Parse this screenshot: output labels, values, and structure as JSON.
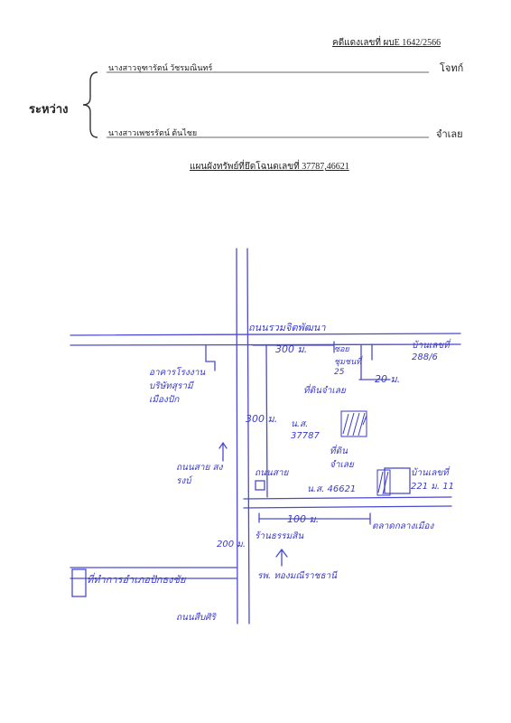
{
  "header": {
    "case_number": "คดีแดงเลขที่ ผบE 1642/2566",
    "plaintiff_name": "นางสาวจุฑารัตน์ วัชรมณินทร์",
    "plaintiff_role": "โจทก์",
    "between_label": "ระหว่าง",
    "defendant_name": "นางสาวเพชรรัตน์ ต้นไชย",
    "defendant_role": "จำเลย"
  },
  "map": {
    "title": "แผนผังทรัพย์ที่ยึดโฉนดเลขที่ 37787,46621",
    "labels": {
      "road_top": "ถนนรวมจิตพัฒนา",
      "dist_300_top": "300 ม.",
      "soi_25": "ซอย ชุมชนที่ 25",
      "house_288": "บ้านเลขที่ 288/6",
      "land_office": "อาคารโรงงาน บริษัทสุรามี เมืองปัก",
      "dist_20": "20 ม.",
      "plot_1_owner": "ที่ดินจำเลย",
      "plot_1_deed": "น.ส. 37787",
      "dist_300_left": "300 ม.",
      "road_left": "ถนนสาย สงรงบ์",
      "road_mid": "ถนนสาย",
      "plot_2_owner": "ที่ดินจำเลย",
      "plot_2_deed": "น.ส. 46621",
      "house_221": "บ้านเลขที่ 221 ม. 11",
      "dist_100": "100 ม.",
      "shop_left": "ร้านธรรมสิน",
      "shop_right": "ตลาดกลางเมือง",
      "dist_200": "200 ม.",
      "district_office": "ที่ทำการอำเภอปักธงชัย",
      "school": "รพ. ทองมณีราชธานี",
      "road_bottom": "ถนนสืบศิริ"
    }
  }
}
